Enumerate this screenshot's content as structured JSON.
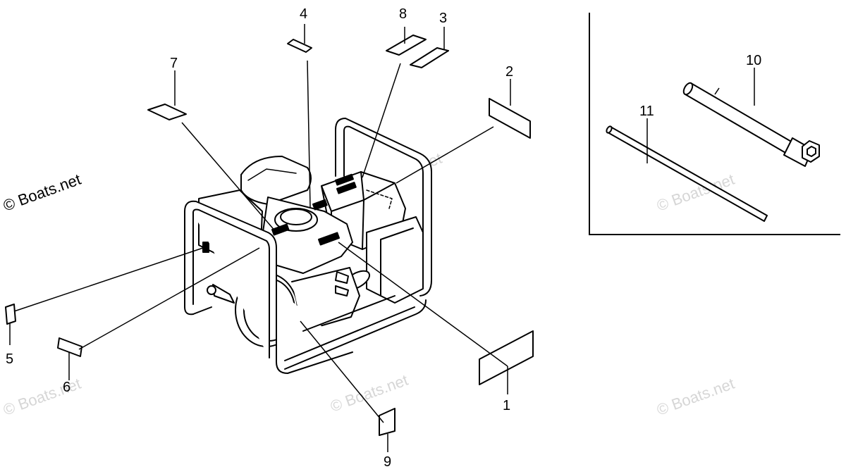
{
  "watermark": {
    "main": "© Boats.net",
    "faint": "© Boats.net"
  },
  "callouts": [
    {
      "id": "1",
      "label": "1"
    },
    {
      "id": "2",
      "label": "2"
    },
    {
      "id": "3",
      "label": "3"
    },
    {
      "id": "4",
      "label": "4"
    },
    {
      "id": "5",
      "label": "5"
    },
    {
      "id": "6",
      "label": "6"
    },
    {
      "id": "7",
      "label": "7"
    },
    {
      "id": "8",
      "label": "8"
    },
    {
      "id": "9",
      "label": "9"
    },
    {
      "id": "10",
      "label": "10"
    },
    {
      "id": "11",
      "label": "11"
    }
  ]
}
